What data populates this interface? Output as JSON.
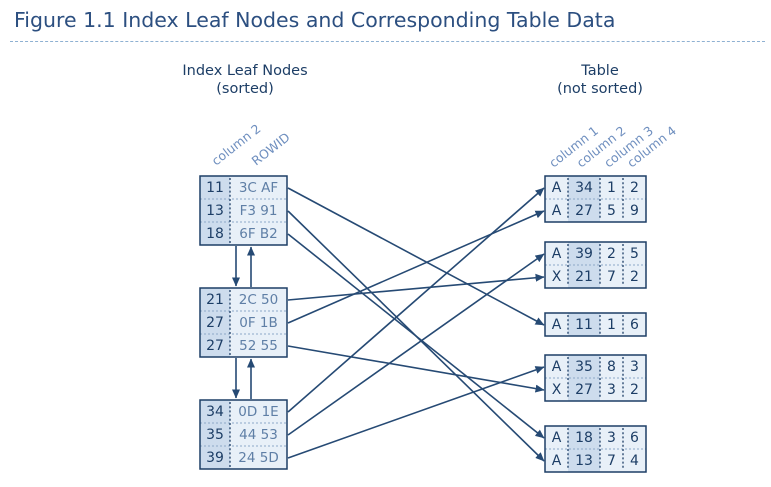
{
  "figure": {
    "title": "Figure 1.1 Index Leaf Nodes and Corresponding Table Data"
  },
  "colors": {
    "title": "#2c4f80",
    "text": "#1d3e66",
    "rowid_text": "#5f7fa6",
    "header_text": "#6f8fbf",
    "fill_light": "#e8f0f8",
    "fill_dark": "#cddced",
    "border": "#1d3e66",
    "divider": "#8da9c8",
    "arrow": "#264a74"
  },
  "index": {
    "title": "Index Leaf Nodes",
    "subtitle": "(sorted)",
    "column_headers": [
      "column 2",
      "ROWID"
    ],
    "nodes": [
      {
        "rows": [
          {
            "key": "11",
            "rowid": "3C AF"
          },
          {
            "key": "13",
            "rowid": "F3 91"
          },
          {
            "key": "18",
            "rowid": "6F B2"
          }
        ]
      },
      {
        "rows": [
          {
            "key": "21",
            "rowid": "2C 50"
          },
          {
            "key": "27",
            "rowid": "0F 1B"
          },
          {
            "key": "27",
            "rowid": "52 55"
          }
        ]
      },
      {
        "rows": [
          {
            "key": "34",
            "rowid": "0D 1E"
          },
          {
            "key": "35",
            "rowid": "44 53"
          },
          {
            "key": "39",
            "rowid": "24 5D"
          }
        ]
      }
    ]
  },
  "table": {
    "title": "Table",
    "subtitle": "(not sorted)",
    "column_headers": [
      "column 1",
      "column 2",
      "column 3",
      "column 4"
    ],
    "blocks": [
      {
        "rows": [
          [
            "A",
            "34",
            "1",
            "2"
          ],
          [
            "A",
            "27",
            "5",
            "9"
          ]
        ]
      },
      {
        "rows": [
          [
            "A",
            "39",
            "2",
            "5"
          ],
          [
            "X",
            "21",
            "7",
            "2"
          ]
        ]
      },
      {
        "rows": [
          [
            "A",
            "11",
            "1",
            "6"
          ]
        ]
      },
      {
        "rows": [
          [
            "A",
            "35",
            "8",
            "3"
          ],
          [
            "X",
            "27",
            "3",
            "2"
          ]
        ]
      },
      {
        "rows": [
          [
            "A",
            "18",
            "3",
            "6"
          ],
          [
            "A",
            "13",
            "7",
            "4"
          ]
        ]
      }
    ]
  },
  "links": [
    {
      "from": [
        0,
        0
      ],
      "to": [
        2,
        0
      ]
    },
    {
      "from": [
        0,
        1
      ],
      "to": [
        4,
        1
      ]
    },
    {
      "from": [
        0,
        2
      ],
      "to": [
        4,
        0
      ]
    },
    {
      "from": [
        1,
        0
      ],
      "to": [
        1,
        1
      ]
    },
    {
      "from": [
        1,
        1
      ],
      "to": [
        0,
        1
      ]
    },
    {
      "from": [
        1,
        2
      ],
      "to": [
        3,
        1
      ]
    },
    {
      "from": [
        2,
        0
      ],
      "to": [
        0,
        0
      ]
    },
    {
      "from": [
        2,
        1
      ],
      "to": [
        1,
        0
      ]
    },
    {
      "from": [
        2,
        2
      ],
      "to": [
        3,
        0
      ]
    }
  ]
}
